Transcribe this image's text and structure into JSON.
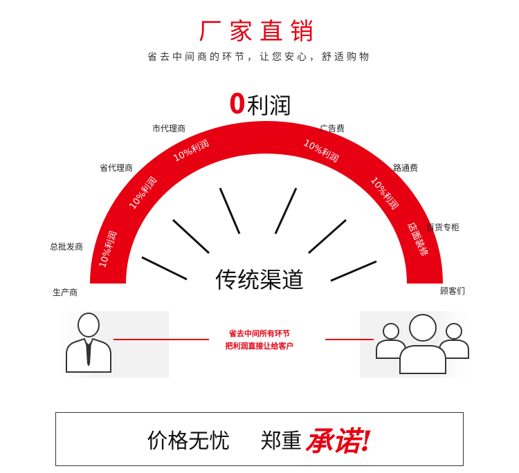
{
  "header": {
    "title": "厂家直销",
    "subtitle": "省去中间商的环节，让您安心，舒适购物"
  },
  "profit_title": {
    "zero": "0",
    "text": "利润"
  },
  "chain_nodes": {
    "producer": "生产商",
    "wholesaler": "总批发商",
    "provincial_agent": "省代理商",
    "city_agent": "市代理商",
    "advertising": "广告费",
    "road_fee": "路通费",
    "department_counter": "百货专柜",
    "customers": "顾客们"
  },
  "arch_labels": [
    "10%利润",
    "10%利润",
    "10%利润",
    "10%利润",
    "10%利润",
    "店面装修"
  ],
  "channel_label": "传统渠道",
  "middle_note": {
    "line1": "省去中间所有环节",
    "line2": "把利润直接让给客户"
  },
  "promise": {
    "left": "价格无忧",
    "mid": "郑重",
    "red": "承诺!"
  },
  "colors": {
    "brand_red": "#e60012",
    "icon_gray": "#c8c8c8"
  },
  "icons": [
    "businessman-icon",
    "customer-group-icon"
  ]
}
